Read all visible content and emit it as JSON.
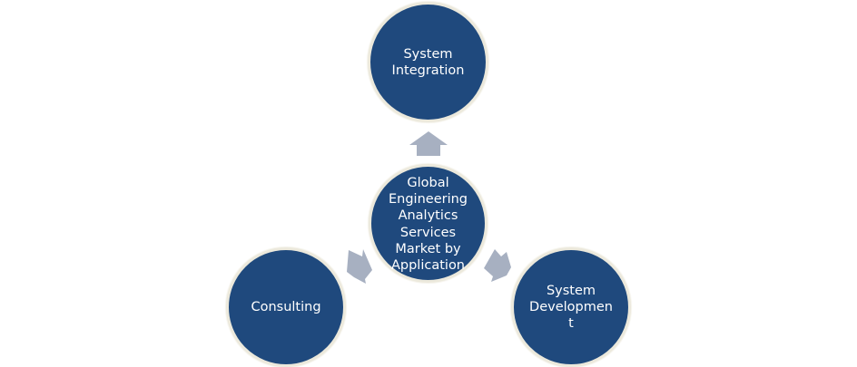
{
  "diagram": {
    "center": {
      "label": "Global\nEngineering\nAnalytics\nServices\nMarket by\nApplication"
    },
    "branches": [
      {
        "id": "top",
        "label": "System\nIntegration"
      },
      {
        "id": "left",
        "label": "Consulting"
      },
      {
        "id": "right",
        "label": "System\nDevelopmen\nt"
      }
    ],
    "colors": {
      "node_fill": "#1f497d",
      "node_border": "#ece9dc",
      "arrow_fill": "#a7b0c1",
      "text": "#ffffff"
    }
  }
}
